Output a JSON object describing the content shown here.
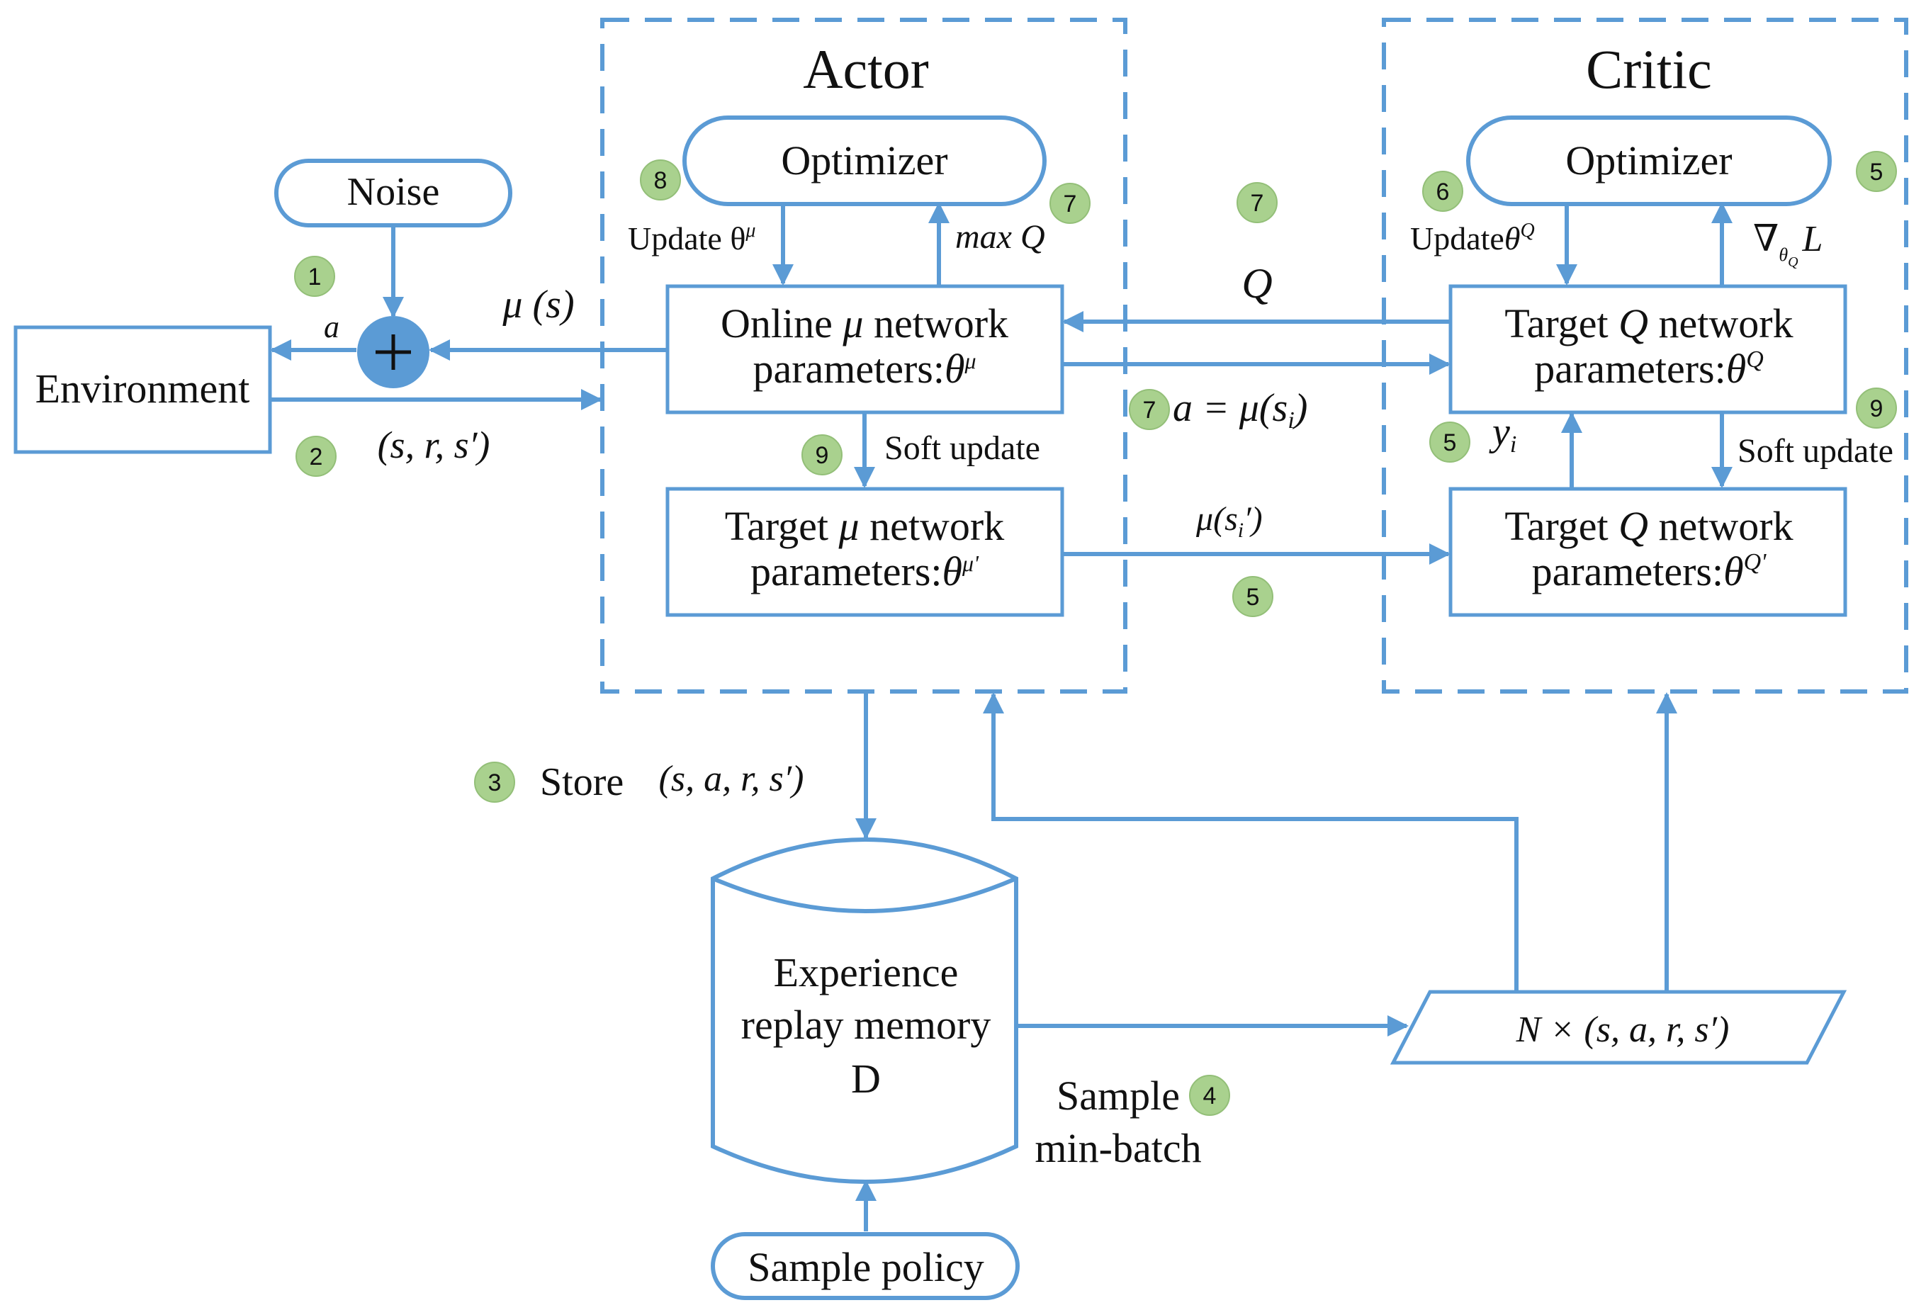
{
  "colors": {
    "line": "#5b9bd5",
    "badge": "#a9d18e",
    "badge_stroke": "#93bf78",
    "text": "#111111",
    "background": "#ffffff"
  },
  "actor": {
    "title": "Actor",
    "optimizer": "Optimizer",
    "update_label": "Update θ",
    "update_sup": "μ",
    "maxq_label": "max Q",
    "online": {
      "line1_a": "Online ",
      "line1_mu": "μ",
      "line1_b": "  network",
      "line2_a": "parameters:",
      "line2_theta": "θ",
      "line2_sup": "μ"
    },
    "soft_update": "Soft update",
    "target": {
      "line1_a": "Target ",
      "line1_mu": "μ",
      "line1_b": "  network",
      "line2_a": "parameters:",
      "line2_theta": "θ",
      "line2_sup": "μ'"
    }
  },
  "critic": {
    "title": "Critic",
    "optimizer": "Optimizer",
    "update_label": "Update",
    "update_theta": "θ",
    "update_sup": "Q",
    "grad_nabla": "∇",
    "grad_sub_theta": "θ",
    "grad_sub_q": "Q",
    "grad_L": "L",
    "online": {
      "line1_a": "Target ",
      "line1_q": "Q",
      "line1_b": " network",
      "line2_a": "parameters:",
      "line2_theta": "θ",
      "line2_sup": "Q"
    },
    "yi": "y",
    "yi_sub": "i",
    "soft_update": "Soft update",
    "target": {
      "line1_a": "Target ",
      "line1_q": "Q",
      "line1_b": " network",
      "line2_a": "parameters:",
      "line2_theta": "θ",
      "line2_sup": "Q'"
    }
  },
  "noise": "Noise",
  "environment": "Environment",
  "action_a": "a",
  "mu_s": "μ (s)",
  "srs": "(s, r, s′)",
  "q_label": "Q",
  "a_eq": "a = μ(s",
  "a_eq_sub": "i",
  "a_eq_close": ")",
  "mu_si": "μ(s",
  "mu_si_sub": "i",
  "mu_si_close": "′)",
  "store": "Store",
  "store_tuple": "(s, a, r, s′)",
  "memory": {
    "line1": "Experience",
    "line2": "replay memory",
    "line3": "D"
  },
  "sample_minibatch": {
    "line1": "Sample",
    "line2": "min-batch"
  },
  "batch_tuple": "N × (s, a, r, s′)",
  "sample_policy": "Sample policy",
  "steps": {
    "noise_add": "1",
    "env_out": "2",
    "store": "3",
    "sample": "4",
    "critic_grad": "5",
    "yi": "5",
    "target_mu_out": "5",
    "critic_update": "6",
    "actor_maxq": "7",
    "q_feedback": "7",
    "a_eq": "7",
    "actor_update": "8",
    "actor_soft": "9",
    "critic_soft": "9"
  }
}
